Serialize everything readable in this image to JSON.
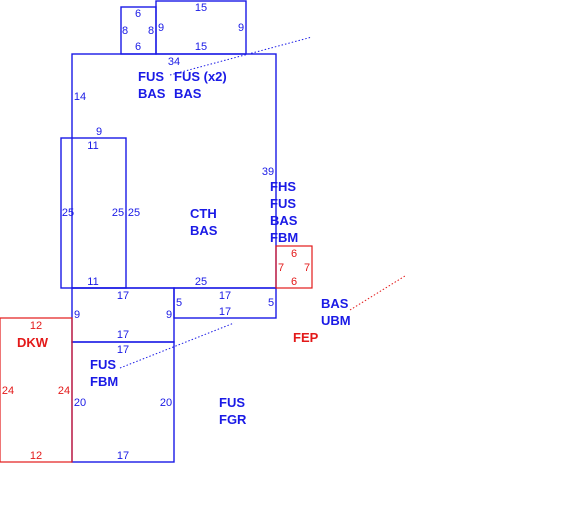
{
  "dimensions": {
    "box_a": [
      "6",
      "8",
      "8",
      "6"
    ],
    "box_b": [
      "15",
      "9",
      "9",
      "15"
    ],
    "main": [
      "34",
      "14",
      "9",
      "39",
      "25"
    ],
    "left_room": [
      "11",
      "25",
      "25",
      "11",
      "25"
    ],
    "red_small": [
      "6",
      "7",
      "7",
      "6"
    ],
    "center_strip": [
      "17",
      "9",
      "9",
      "17"
    ],
    "side_strip": [
      "5",
      "17",
      "17",
      "5"
    ],
    "bottom_room": [
      "17",
      "20",
      "20",
      "17"
    ],
    "red_left": [
      "12",
      "24",
      "24",
      "12"
    ]
  },
  "labels": {
    "main_fus": "FUS",
    "main_fus_x2": "FUS (x2)",
    "main_bas1": "BAS",
    "main_bas2": "BAS",
    "cth": "CTH",
    "cth_bas": "BAS",
    "right_stack": [
      "FHS",
      "FUS",
      "BAS",
      "FBM"
    ],
    "bas_ubm": [
      "BAS",
      "UBM"
    ],
    "fep": "FEP",
    "dkw": "DKW",
    "fus_fbm": [
      "FUS",
      "FBM"
    ],
    "fus_fgr": [
      "FUS",
      "FGR"
    ]
  },
  "colors": {
    "primary": "#1a1ae6",
    "accent": "#e31919",
    "background": "#ffffff"
  }
}
